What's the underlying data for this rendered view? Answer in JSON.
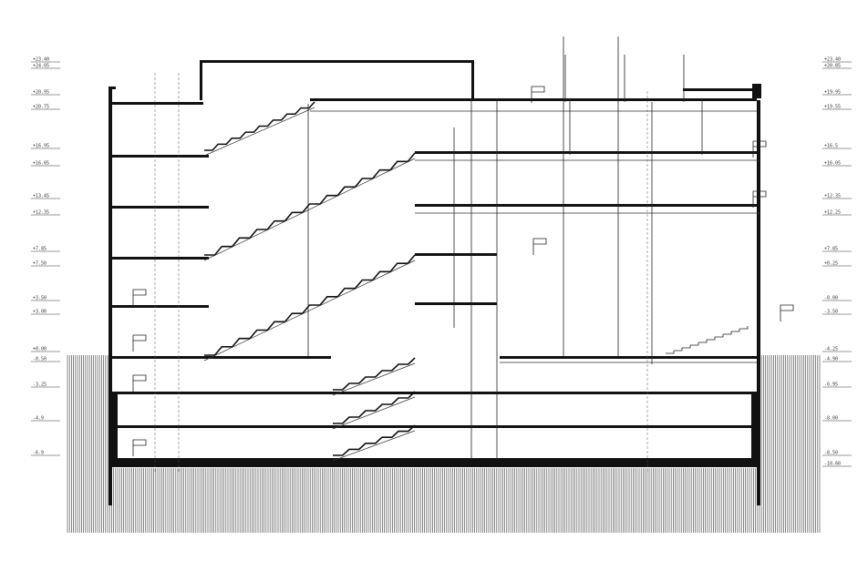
{
  "drawing": {
    "type": "building-section",
    "left_levels": [
      "+23.40",
      "+24.05",
      "+20.95",
      "+20.75",
      "+16.95",
      "+16.05",
      "+13.45",
      "+12.35",
      "+7.85",
      "+7.50",
      "+3.50",
      "+3.00",
      "+0.00",
      "-0.50",
      "-3.25",
      "-4.9",
      "-6.9"
    ],
    "right_levels": [
      "+23.40",
      "+20.85",
      "+19.95",
      "+19.55",
      "+16.5",
      "+16.05",
      "+12.35",
      "+12.25",
      "+7.85",
      "+0.25",
      "-0.00",
      "-3.50",
      "-4.25",
      "-4.90",
      "-6.95",
      "-8.00",
      "-8.50",
      "-10.60"
    ],
    "floor_count": 10,
    "basement_count": 3,
    "colors": {
      "line": "#111111",
      "hatch": "#555555",
      "paper": "#ffffff"
    }
  }
}
